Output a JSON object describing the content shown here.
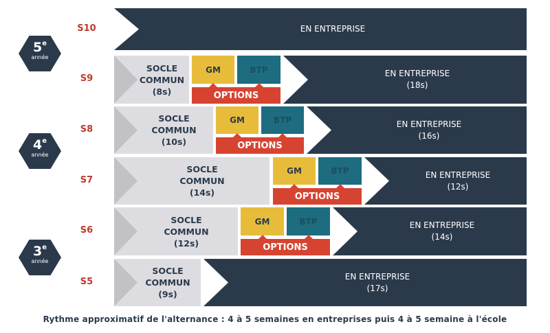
{
  "years": [
    {
      "num": "5",
      "sup": "e",
      "label": "année"
    },
    {
      "num": "4",
      "sup": "e",
      "label": "année"
    },
    {
      "num": "3",
      "sup": "e",
      "label": "année"
    }
  ],
  "rows": [
    {
      "semester": "S10",
      "enterprise": "EN ENTREPRISE",
      "enterprise_weeks": ""
    },
    {
      "semester": "S9",
      "socle": [
        "SOCLE",
        "COMMUN",
        "(8s)"
      ],
      "gm": "GM",
      "btp": "BTP",
      "options": "OPTIONS",
      "enterprise": "EN ENTREPRISE",
      "enterprise_weeks": "(18s)"
    },
    {
      "semester": "S8",
      "socle": [
        "SOCLE",
        "COMMUN",
        "(10s)"
      ],
      "gm": "GM",
      "btp": "BTP",
      "options": "OPTIONS",
      "enterprise": "EN ENTREPRISE",
      "enterprise_weeks": "(16s)"
    },
    {
      "semester": "S7",
      "socle": [
        "SOCLE",
        "COMMUN",
        "(14s)"
      ],
      "gm": "GM",
      "btp": "BTP",
      "options": "OPTIONS",
      "enterprise": "EN ENTREPRISE",
      "enterprise_weeks": "(12s)"
    },
    {
      "semester": "S6",
      "socle": [
        "SOCLE",
        "COMMUN",
        "(12s)"
      ],
      "gm": "GM",
      "btp": "BTP",
      "options": "OPTIONS",
      "enterprise": "EN ENTREPRISE",
      "enterprise_weeks": "(14s)"
    },
    {
      "semester": "S5",
      "socle": [
        "SOCLE",
        "COMMUN",
        "(9s)"
      ],
      "enterprise": "EN ENTREPRISE",
      "enterprise_weeks": "(17s)"
    }
  ],
  "caption": "Rythme approximatif de l'alternance : 4 à 5 semaines en entreprises puis 4 à 5 semaine à l'école",
  "colors": {
    "dark": "#2b3a4b",
    "gm": "#e6bc3a",
    "btp": "#1e6c7f",
    "options": "#d64431",
    "semester": "#c0392b",
    "socle": "#dddde1"
  }
}
